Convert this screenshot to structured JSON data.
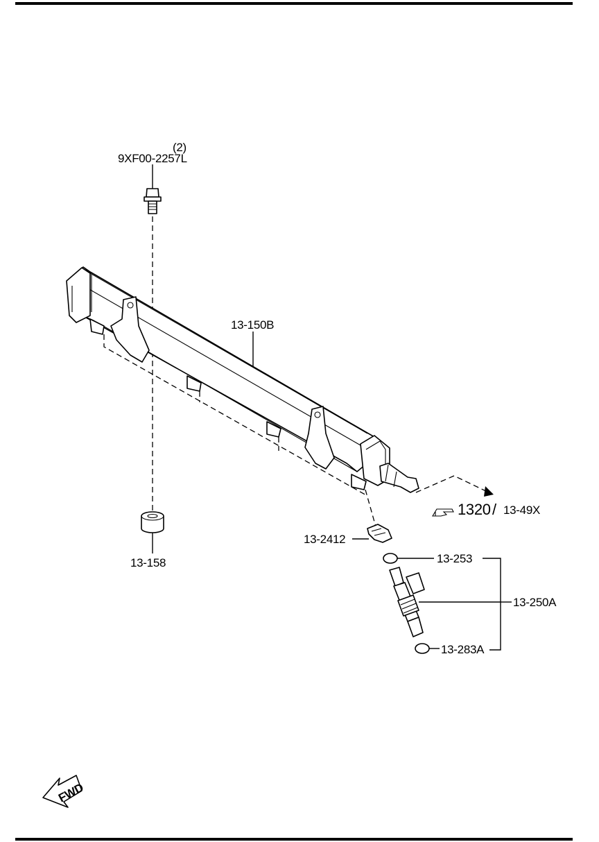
{
  "labels": {
    "bolt_qty": "(2)",
    "bolt_part": "9XF00-2257L",
    "fuel_rail": "13-150B",
    "ref_num": "1320",
    "ref_sep": "/",
    "ref_sub": "13-49X",
    "clip": "13-2412",
    "insulator": "13-158",
    "o_ring_upper": "13-253",
    "injector": "13-250A",
    "o_ring_lower": "13-283A",
    "fwd": "FWD"
  },
  "icons": {
    "reference": "pointing-hand-icon",
    "forward": "fwd-arrow-icon"
  }
}
